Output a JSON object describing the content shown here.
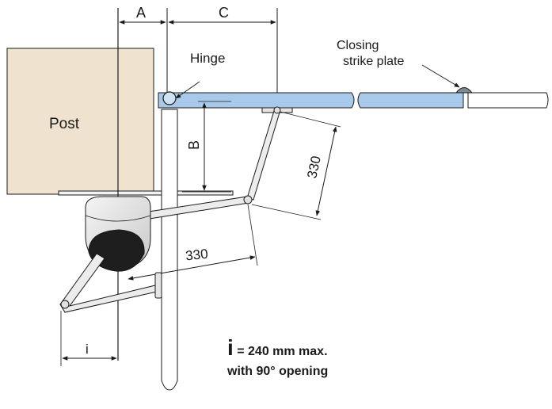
{
  "labels": {
    "post": "Post",
    "hinge": "Hinge",
    "closing_line1": "Closing",
    "closing_line2": "strike plate",
    "dim_a": "A",
    "dim_b": "B",
    "dim_c": "C",
    "dim_i": "i",
    "arm_upper_length": "330",
    "arm_lower_length": "330",
    "note_symbol": "i",
    "note_line1": " = 240 mm max.",
    "note_line2": "with 90° opening"
  },
  "colors": {
    "gate_leaf": "#a9c9ea",
    "post": "#efe3cf",
    "motor_body": "#e2e2e2",
    "motor_cap": "#1e1e1e",
    "line": "#1a1a1a"
  }
}
